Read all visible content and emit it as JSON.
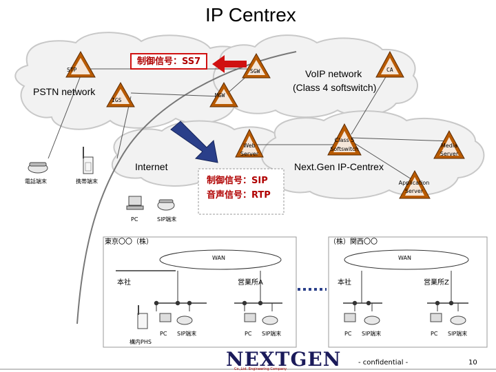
{
  "title": "IP Centrex",
  "pstn": {
    "label": "PSTN network",
    "stp": "STP",
    "igs": "IGS"
  },
  "signaling_ss7": "制御信号：SS7",
  "voip": {
    "label_line1": "VoIP network",
    "label_line2": "(Class 4 softswitch)",
    "sgw": "SGW",
    "mgw": "MGW",
    "ca": "CA"
  },
  "internet": {
    "label": "Internet",
    "web_server_line1": "Web",
    "web_server_line2": "Server"
  },
  "nextgen": {
    "label": "Next.Gen  IP-Centrex",
    "class5_line1": "Class 5",
    "class5_line2": "Softswitch",
    "media_server_line1": "Media",
    "media_server_line2": "Server",
    "app_server_line1": "Application",
    "app_server_line2": "Server",
    "signal_sip": "制御信号：SIP",
    "voice_rtp": "音声信号：RTP"
  },
  "terminals": {
    "phone": "電話端末",
    "mobile": "携帯端末",
    "pc": "PC",
    "sip": "SIP端末",
    "phs": "構内PHS"
  },
  "tokyo": {
    "label": "東京〇〇（株）",
    "wan": "WAN",
    "hq": "本社",
    "branch": "営業所A"
  },
  "kansai": {
    "label": "（株）関西〇〇",
    "wan": "WAN",
    "hq": "本社",
    "branch": "営業所Z"
  },
  "footer": {
    "logo": "NEXTGEN",
    "logo_sub": "Co.,Ltd. Engineering Company",
    "confidential": "- confidential -",
    "page": "10"
  },
  "colors": {
    "cloud_fill": "#f2f2f2",
    "cloud_stroke": "#c8c8c8",
    "triangle_fill": "#b85a00",
    "arrow_red": "#d01010",
    "arrow_blue": "#2a3f8a",
    "dashed_blue": "#2a3f8a"
  }
}
